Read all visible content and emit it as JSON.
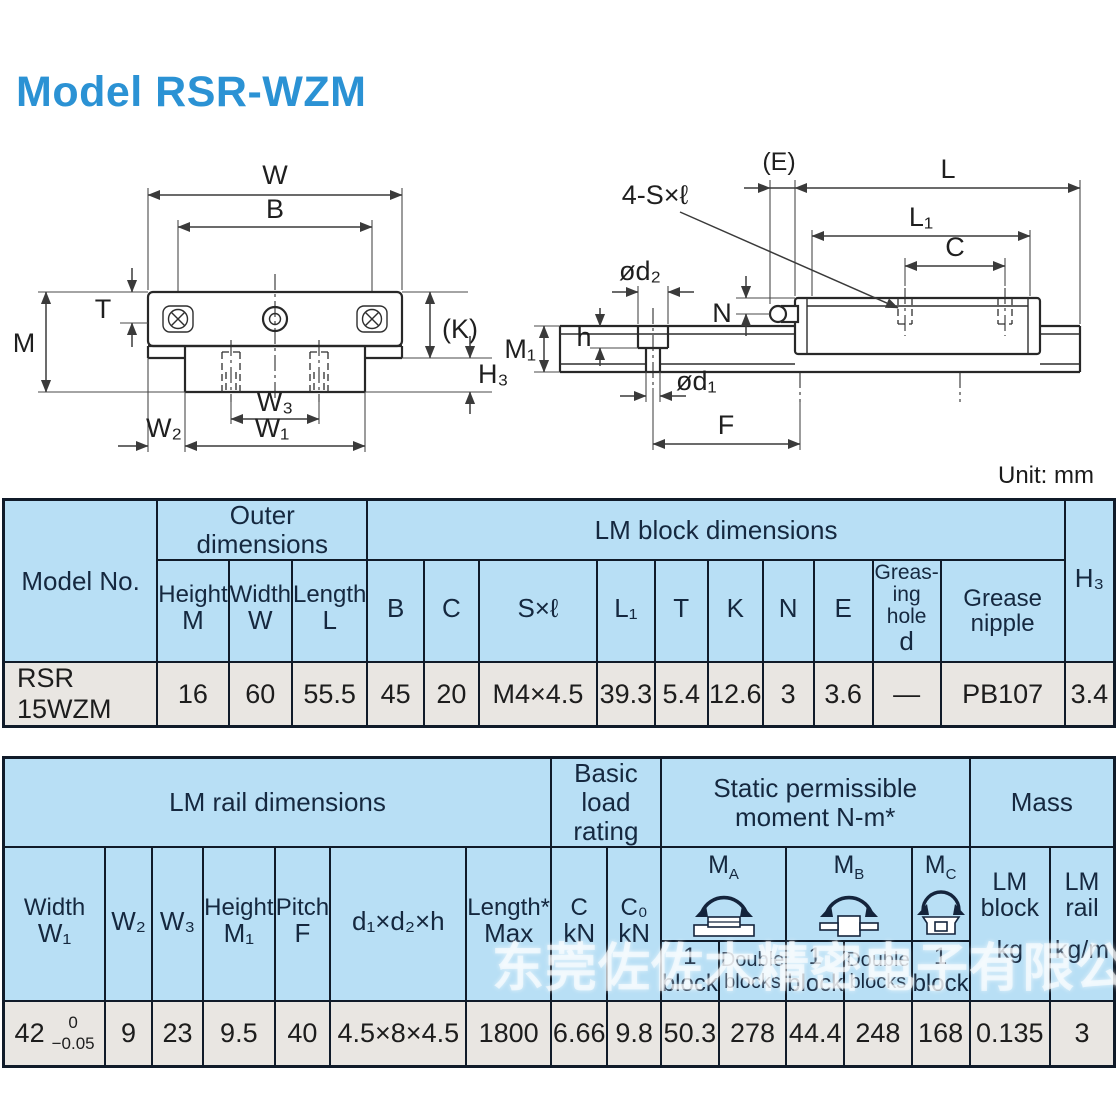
{
  "title": "Model RSR-WZM",
  "unit_label": "Unit: mm",
  "watermark": "东莞佐佐木精密电子有限公司",
  "front_view": {
    "w": "W",
    "b": "B",
    "t": "T",
    "m": "M",
    "k": "(K)",
    "h3": "H₃",
    "w3": "W₃",
    "w2": "W₂",
    "w1": "W₁"
  },
  "side_view": {
    "e": "(E)",
    "l": "L",
    "l1": "L₁",
    "c": "C",
    "s": "4-S×ℓ",
    "d2": "ød₂",
    "n": "N",
    "h": "h",
    "m1": "M₁",
    "d1": "ød₁",
    "f": "F"
  },
  "t1": {
    "model_no": "Model No.",
    "outer": "Outer\ndimensions",
    "lm_block": "LM block dimensions",
    "height": "Height",
    "width": "Width",
    "length": "Length",
    "m": "M",
    "w": "W",
    "l": "L",
    "b": "B",
    "c": "C",
    "sxl": "S×ℓ",
    "l1": "L₁",
    "t": "T",
    "k": "K",
    "n": "N",
    "e": "E",
    "greasing": "Greas-\ning\nhole",
    "d": "d",
    "nipple": "Grease\nnipple",
    "h3": "H₃",
    "row": {
      "model": "RSR 15WZM",
      "m": "16",
      "w": "60",
      "l": "55.5",
      "b": "45",
      "c": "20",
      "sxl": "M4×4.5",
      "l1": "39.3",
      "t": "5.4",
      "k": "12.6",
      "n": "3",
      "e": "3.6",
      "d": "—",
      "nipple": "PB107",
      "h3": "3.4"
    }
  },
  "t2": {
    "rail_dims": "LM rail dimensions",
    "load": "Basic load\nrating",
    "moment": "Static permissible\nmoment N-m*",
    "mass": "Mass",
    "width": "Width",
    "height": "Height",
    "pitch": "Pitch",
    "length": "Length*",
    "w1": "W₁",
    "w2": "W₂",
    "w3": "W₃",
    "m1": "M₁",
    "f": "F",
    "ddh": "d₁×d₂×h",
    "max": "Max",
    "c": "C",
    "c0": "C₀",
    "kn": "kN",
    "ma": {
      "base": "M",
      "sub": "A"
    },
    "mb": {
      "base": "M",
      "sub": "B"
    },
    "mc": {
      "base": "M",
      "sub": "C"
    },
    "one_block": "1\nblock",
    "double_blocks": "Double\nblocks",
    "lm_block": "LM\nblock",
    "lm_rail": "LM\nrail",
    "kg": "kg",
    "kgm": "kg/m",
    "row": {
      "w1": "42",
      "w1_tol_top": "0",
      "w1_tol_bot": "−0.05",
      "w2": "9",
      "w3": "23",
      "m1": "9.5",
      "f": "40",
      "ddh": "4.5×8×4.5",
      "max": "1800",
      "c": "6.66",
      "c0": "9.8",
      "ma1": "50.3",
      "mad": "278",
      "mb1": "44.4",
      "mbd": "248",
      "mc1": "168",
      "mass_block": "0.135",
      "mass_rail": "3"
    }
  }
}
